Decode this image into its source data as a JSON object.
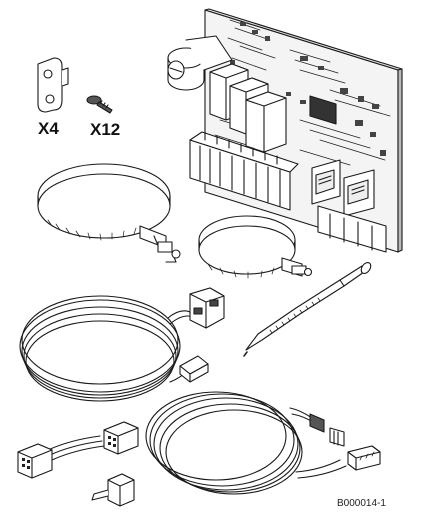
{
  "labels": {
    "bracket_qty": "X4",
    "screw_qty": "X12",
    "reference": "B000014-1"
  },
  "parts": [
    {
      "name": "circuit-board",
      "icon": "pcb-icon"
    },
    {
      "name": "mounting-bracket",
      "icon": "bracket-icon"
    },
    {
      "name": "screw",
      "icon": "screw-icon"
    },
    {
      "name": "large-hose-clamp-sensor",
      "icon": "clamp-icon"
    },
    {
      "name": "small-hose-clamp-sensor",
      "icon": "clamp-icon"
    },
    {
      "name": "probe-sensor",
      "icon": "probe-icon"
    },
    {
      "name": "coiled-cable-with-connector",
      "icon": "cable-icon"
    },
    {
      "name": "coiled-wiring-harness",
      "icon": "harness-icon"
    }
  ],
  "colors": {
    "line": "#1a1a1a",
    "fill": "#ffffff",
    "shade": "#6e6e6e"
  }
}
